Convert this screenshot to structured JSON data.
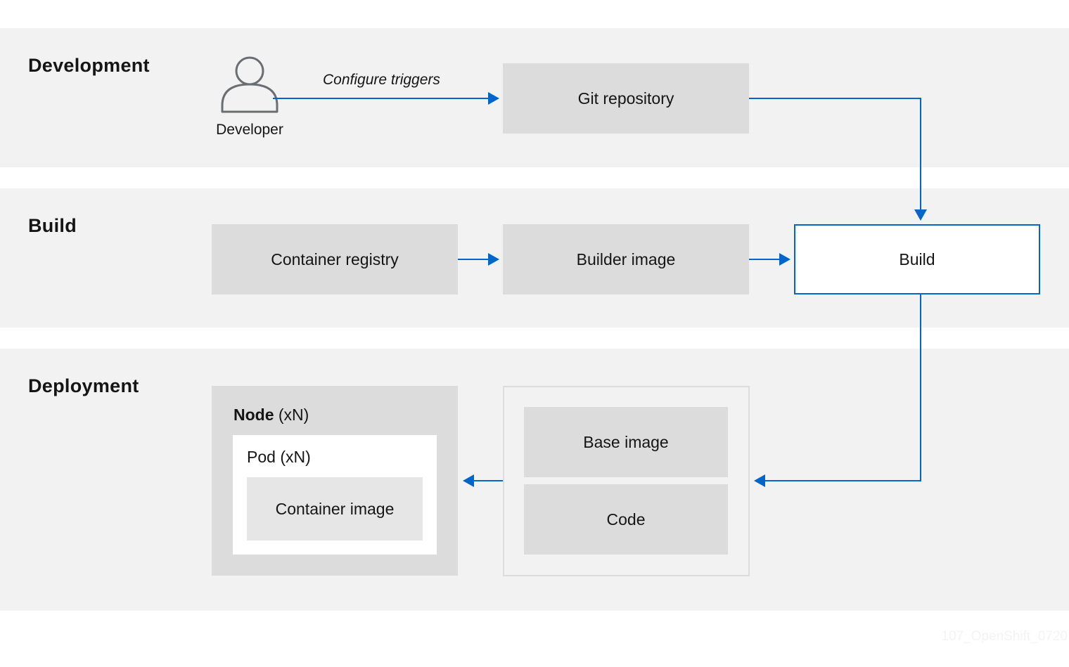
{
  "lanes": {
    "development": "Development",
    "build": "Build",
    "deployment": "Deployment"
  },
  "developer": {
    "label": "Developer",
    "icon": "person-icon"
  },
  "edges": {
    "configure_triggers": "Configure triggers"
  },
  "nodes": {
    "git_repository": "Git repository",
    "container_registry": "Container registry",
    "builder_image": "Builder image",
    "build": "Build",
    "node_bold": "Node",
    "node_suffix": " (xN)",
    "pod": "Pod (xN)",
    "container_image": "Container image",
    "base_image": "Base image",
    "code": "Code"
  },
  "watermark": "107_OpenShift_0720",
  "colors": {
    "accent": "#0066cc",
    "band": "#f2f2f2",
    "box": "#dcdcdc"
  }
}
